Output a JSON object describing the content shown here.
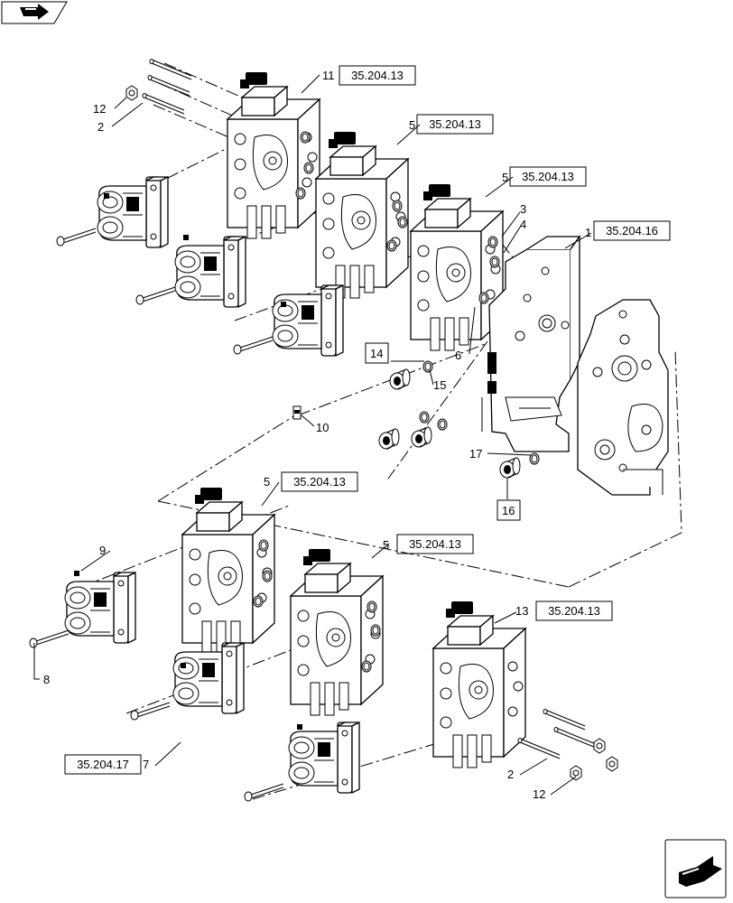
{
  "nav": {
    "back_icon": "back-arrow-icon",
    "forward_icon": "forward-arrow-icon"
  },
  "callouts": {
    "c1": "1",
    "c2a": "2",
    "c2b": "2",
    "c3": "3",
    "c4": "4",
    "c5a": "5",
    "c5b": "5",
    "c5c": "5",
    "c5d": "5",
    "c6": "6",
    "c7": "7",
    "c8": "8",
    "c9": "9",
    "c10": "10",
    "c11": "11",
    "c12a": "12",
    "c12b": "12",
    "c13": "13",
    "c14": "14",
    "c15": "15",
    "c16": "16",
    "c17": "17"
  },
  "refs": {
    "r11": "35.204.13",
    "r5a": "35.204.13",
    "r5b": "35.204.13",
    "r1": "35.204.16",
    "r5c": "35.204.13",
    "r5d": "35.204.13",
    "r13": "35.204.13",
    "r7": "35.204.17"
  }
}
